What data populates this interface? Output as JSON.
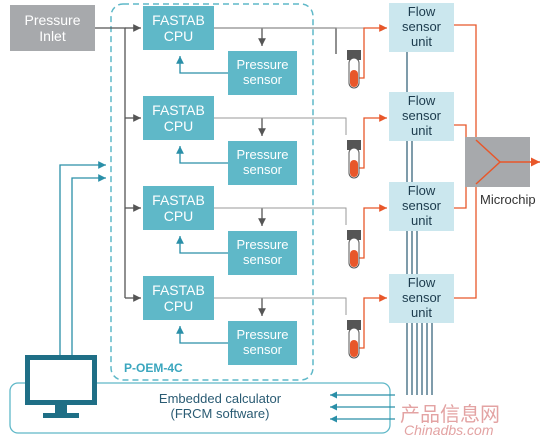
{
  "inlet": {
    "label": "Pressure\nInlet"
  },
  "channels": [
    {
      "cpu_label": "FASTAB\nCPU",
      "sensor_label": "Pressure\nsensor",
      "flow_label": "Flow\nsensor\nunit"
    },
    {
      "cpu_label": "FASTAB\nCPU",
      "sensor_label": "Pressure\nsensor",
      "flow_label": "Flow\nsensor\nunit"
    },
    {
      "cpu_label": "FASTAB\nCPU",
      "sensor_label": "Pressure\nsensor",
      "flow_label": "Flow\nsensor\nunit"
    },
    {
      "cpu_label": "FASTAB\nCPU",
      "sensor_label": "Pressure\nsensor",
      "flow_label": "Flow\nsensor\nunit"
    }
  ],
  "oem": {
    "label": "P-OEM-4C"
  },
  "microchip": {
    "label": "Microchip"
  },
  "calculator": {
    "label": "Embedded calculator\n(FRCM software)"
  },
  "watermark": {
    "cn": "产品信息网",
    "url": "Chinadbs.com"
  },
  "colors": {
    "teal": "#5fb8c8",
    "light_teal": "#cbe7ee",
    "gray": "#a7a9ac",
    "orange": "#e8572a",
    "dark": "#1b3a4c",
    "line_dark": "#555555",
    "signal_teal": "#2a8fa8"
  }
}
